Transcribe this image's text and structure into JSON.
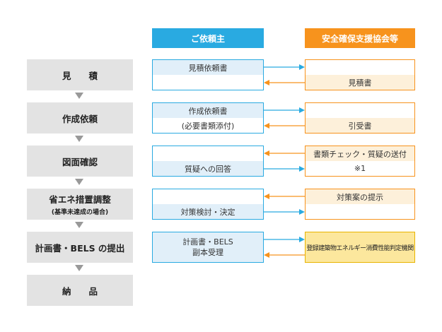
{
  "columns": {
    "client": "ご依頼主",
    "association": "安全確保支援協会等"
  },
  "steps": [
    {
      "label": "見　　積",
      "sub": ""
    },
    {
      "label": "作成依頼",
      "sub": ""
    },
    {
      "label": "図面確認",
      "sub": ""
    },
    {
      "label": "省エネ措置調整",
      "sub": "(基準未達成の場合)"
    },
    {
      "label": "計画書・BELS の提出",
      "sub": ""
    },
    {
      "label": "納　　品",
      "sub": ""
    }
  ],
  "client_boxes": [
    {
      "top": "見積依頼書",
      "bottom": ""
    },
    {
      "top": "作成依頼書",
      "bottom": "(必要書類添付)"
    },
    {
      "top": "",
      "bottom": "質疑への回答"
    },
    {
      "top": "",
      "bottom": "対策検討・決定"
    },
    {
      "line1": "計画書・BELS",
      "line2": "副本受理"
    }
  ],
  "association_boxes": [
    {
      "top": "",
      "bottom": "見積書"
    },
    {
      "top": "",
      "bottom": "引受書"
    },
    {
      "top": "書類チェック・質疑の送付",
      "bottom": "※1"
    },
    {
      "top": "対策案の提示",
      "bottom": ""
    },
    {
      "full": "登録建築物エネルギー消費性能判定機関"
    }
  ],
  "colors": {
    "client_accent": "#29aae1",
    "association_accent": "#f7931d",
    "step_bg": "#e3e3e3",
    "step_arrow": "#999999",
    "judging_body_bg": "#fce79d"
  }
}
